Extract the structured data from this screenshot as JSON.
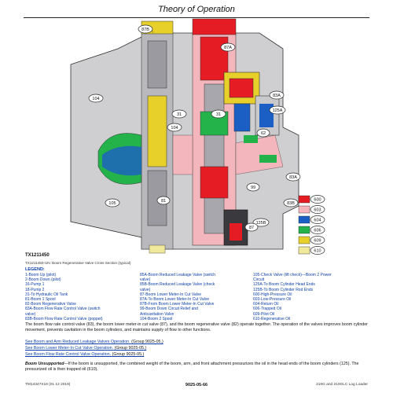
{
  "header": {
    "title": "Theory of Operation"
  },
  "figure": {
    "id": "TX1211450",
    "caption": "TX1211450-UN: Boom Regenerative Valve Cross Section (typical)",
    "callouts": [
      "87B",
      "87A",
      "104",
      "31",
      "31",
      "83A",
      "125A",
      "104",
      "62",
      "105",
      "99",
      "83A",
      "81",
      "125B",
      "83B",
      "87"
    ],
    "color_key": [
      {
        "code": "600",
        "color": "#e51c23"
      },
      {
        "code": "603",
        "color": "#f4b6bd"
      },
      {
        "code": "604",
        "color": "#1b5fc4"
      },
      {
        "code": "606",
        "color": "#24b24a"
      },
      {
        "code": "609",
        "color": "#e8d02a"
      },
      {
        "code": "610",
        "color": "#f0e89a"
      }
    ]
  },
  "legend": {
    "title": "LEGEND:",
    "col1": [
      "1-Boom Up (pilot)",
      "2-Boom Down (pilot)",
      "16-Pump 1",
      "18-Pump 2",
      "31-To Hydraulic Oil Tank",
      "81-Boom 1 Spool",
      "82-Boom Regenerative Valve",
      "83A-Boom Flow Rate Control Valve (switch",
      "valve)",
      "83B-Boom Flow Rate Control Valve (poppet)"
    ],
    "col2": [
      "85A-Boom Reduced Leakage Valve (switch",
      "valve)",
      "85B-Boom Reduced Leakage Valve (check",
      "valve)",
      "87-Boom Lower Meter-In Cut Valve",
      "87A-To Boom Lower Meter-In Cut Valve",
      "87B-From Boom Lower Meter-In Cut Valve",
      "99-Boom Down Circuit Relief and",
      "Anticavitation Valve",
      "104-Boom 2 Spool"
    ],
    "col3": [
      "105-Check Valve (lift check)—Boom 2 Power",
      "Circuit",
      "125A-To Boom Cylinder Head Ends",
      "125B-To Boom Cylinder Rod Ends",
      "600-High-Pressure Oil",
      "603-Low-Pressure Oil",
      "604-Return Oil",
      "606-Trapped Oil",
      "609-Pilot Oil",
      "610-Regenerative Oil"
    ]
  },
  "body": {
    "p1": "The boom flow rate control valve (83), the boom lower meter-in cut valve (87), and the boom regenerative valve (82) operate together. The operation of the valves improves boom cylinder movement, prevents cavitation in the boom cylinders, and maintains supply of flow to other functions.",
    "links": [
      {
        "text": "See Boom and Arm Reduced Leakage Valves Operation.",
        "group": "(Group 9025-05.)"
      },
      {
        "text": "See Boom Lower Meter-In Cut Valve Operation.",
        "group": "(Group 9025-05.)"
      },
      {
        "text": "See Boom Flow Rate Control Valve Operation.",
        "group": "(Group 9025-05.)"
      }
    ],
    "p2_title": "Boom Unsupported",
    "p2": "—If the boom is unsupported, the combined weight of the boom, arm, and front attachment pressurizes the oil in the head ends of the boom cylinders (125). The pressurized oil is then trapped oil (610)."
  },
  "footer": {
    "left": "TM14347X19 (01 12 2019)",
    "center": "9025-05-66",
    "right": "210G and 210GLC Log Loader"
  }
}
